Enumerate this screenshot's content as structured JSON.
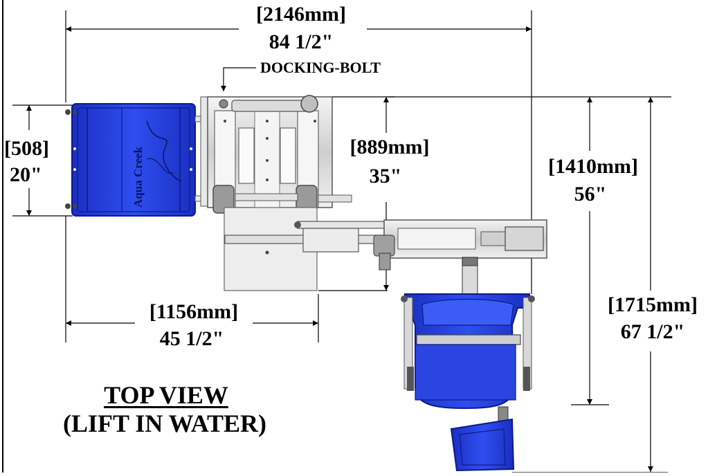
{
  "dimensions": {
    "overall_width_mm": "[2146mm]",
    "overall_width_in": "84 1/2\"",
    "docking_bolt": "DOCKING-BOLT",
    "seat_width_mm": "[508]",
    "seat_width_in": "20\"",
    "base_depth_mm": "[889mm]",
    "base_depth_in": "35\"",
    "reach_mm": "[1410mm]",
    "reach_in": "56\"",
    "base_length_mm": "[1156mm]",
    "base_length_in": "45 1/2\"",
    "total_depth_mm": "[1715mm]",
    "total_depth_in": "67 1/2\""
  },
  "caption": {
    "line1": "TOP VIEW",
    "line2": "(LIFT IN WATER)"
  },
  "logo_text": "Aqua Creek",
  "colors": {
    "housing_blue": "#2340d8",
    "housing_dark": "#0c1a8a",
    "metal_light": "#e6e6e6",
    "plate": "#eeeeee"
  }
}
